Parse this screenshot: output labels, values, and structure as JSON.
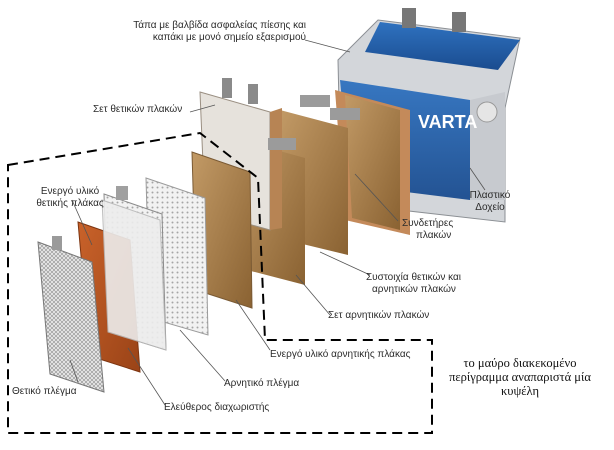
{
  "labels": {
    "lid_line1": "Τάπα με βαλβίδα ασφαλείας πίεσης και",
    "lid_line2": "καπάκι με μονό σημείο εξαερισμού",
    "positive_set": "Σετ θετικών πλακών",
    "plastic_line1": "Πλαστικό",
    "plastic_line2": "Δοχείο",
    "connectors_line1": "Συνδετήρες",
    "connectors_line2": "πλακών",
    "stack_line1": "Συστοιχία θετικών και",
    "stack_line2": "αρνητικών πλακών",
    "negative_set": "Σετ αρνητικών πλακών",
    "neg_active": "Ενεργό υλικό αρνητικής πλάκας",
    "neg_grid": "Αρνητικό πλέγμα",
    "separator": "Ελεύθερος διαχωριστής",
    "pos_grid": "Θετικό πλέγμα",
    "pos_active_line1": "Ενεργό υλικό",
    "pos_active_line2": "θετικής πλάκας"
  },
  "brand": "VARTA",
  "note": {
    "line1": "το μαύρο διακεκομένο",
    "line2": "περίγραμμα αναπαριστά μία",
    "line3": "κυψέλη"
  },
  "colors": {
    "battery_blue": "#1f5aa6",
    "battery_grey": "#c9ccd0",
    "active_orange": "#b2501f",
    "negative_brown": "#a07545",
    "separator_white": "#ececec",
    "grid_grey": "#9a9a9a"
  },
  "icons": [
    "battery-illustration",
    "plate-icon",
    "grid-icon",
    "separator-icon"
  ]
}
